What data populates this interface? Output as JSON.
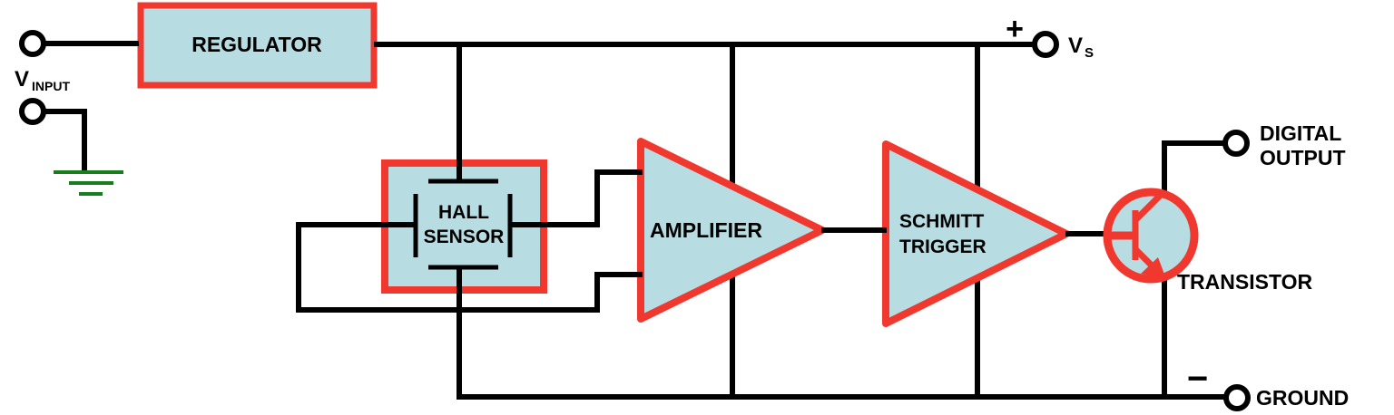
{
  "diagram_title": "hall-effect-sensor-block-diagram",
  "colors": {
    "accent_red": "#f0382f",
    "block_fill": "#b7dde2",
    "wire": "#000000",
    "ground_green": "#177d1d"
  },
  "blocks": {
    "regulator": {
      "label": "REGULATOR"
    },
    "hall_sensor": {
      "label_line1": "HALL",
      "label_line2": "SENSOR"
    },
    "amplifier": {
      "label": "AMPLIFIER"
    },
    "schmitt_trigger": {
      "label_line1": "SCHMITT",
      "label_line2": "TRIGGER"
    },
    "transistor": {
      "label": "TRANSISTOR"
    }
  },
  "terminals": {
    "v_input": {
      "main": "V",
      "sub": "INPUT"
    },
    "v_supply": {
      "main": "V",
      "sub": "S",
      "polarity": "+"
    },
    "digital_output": {
      "label_line1": "DIGITAL",
      "label_line2": "OUTPUT"
    },
    "ground": {
      "label": "GROUND",
      "polarity": "−"
    }
  }
}
